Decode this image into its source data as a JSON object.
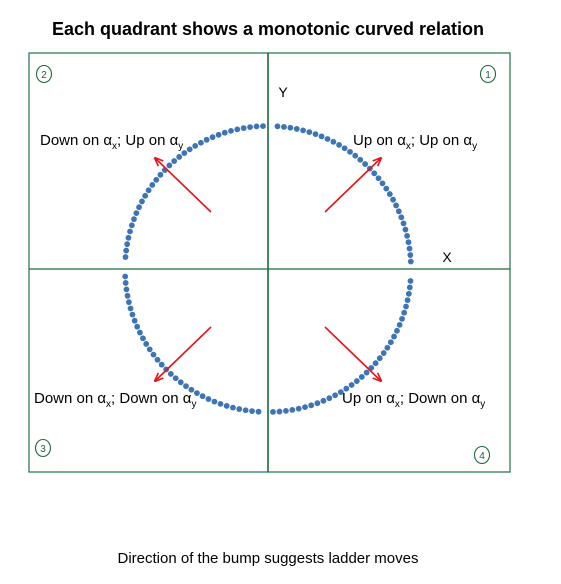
{
  "title": "Each quadrant shows a monotonic curved relation",
  "caption": "Direction of the bump suggests ladder moves",
  "axes": {
    "x_label": "X",
    "y_label": "Y"
  },
  "colors": {
    "frame": "#2e7d55",
    "axis": "#1f6b3a",
    "points": "#3d74b4",
    "arrow": "#e8141a",
    "text": "#000000"
  },
  "quadrants": [
    {
      "number": "1",
      "position": "top-right",
      "label_main": "Up on α",
      "label_sub1": "x",
      "label_mid": "; Up on α",
      "label_sub2": "y"
    },
    {
      "number": "2",
      "position": "top-left",
      "label_main": "Down on α",
      "label_sub1": "x",
      "label_mid": "; Up on α",
      "label_sub2": "y"
    },
    {
      "number": "3",
      "position": "bottom-left",
      "label_main": "Down on α",
      "label_sub1": "x",
      "label_mid": "; Down on α",
      "label_sub2": "y"
    },
    {
      "number": "4",
      "position": "bottom-right",
      "label_main": "Up on α",
      "label_sub1": "x",
      "label_mid": "; Down on α",
      "label_sub2": "y"
    }
  ]
}
